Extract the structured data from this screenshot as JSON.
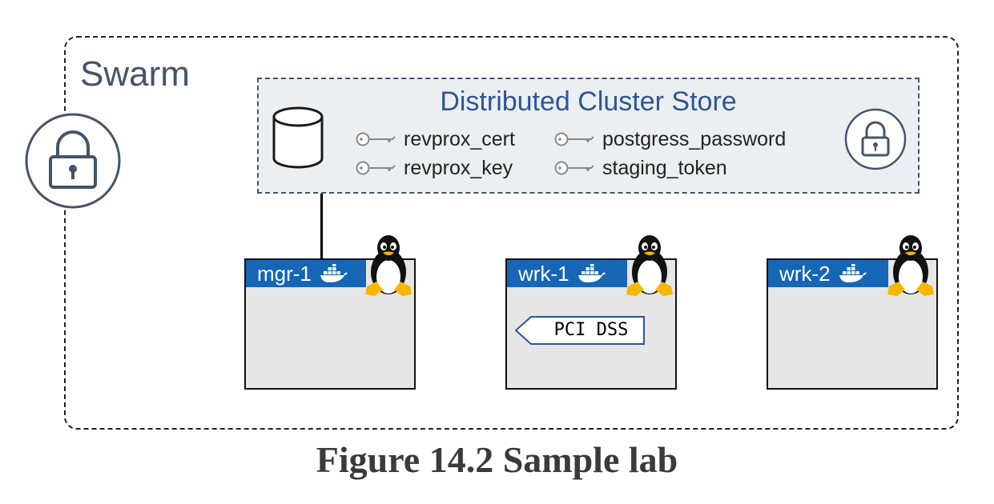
{
  "swarm": {
    "title": "Swarm"
  },
  "cluster_store": {
    "title": "Distributed Cluster Store",
    "secrets": [
      "revprox_cert",
      "revprox_key",
      "postgress_password",
      "staging_token"
    ]
  },
  "nodes": [
    {
      "label": "mgr-1"
    },
    {
      "label": "wrk-1"
    },
    {
      "label": "wrk-2"
    }
  ],
  "tag": {
    "label": "PCI DSS"
  },
  "caption": "Figure 14.2 Sample lab",
  "icons": {
    "lock": "lock-icon",
    "database": "database-icon",
    "key": "key-icon",
    "docker": "docker-whale-icon",
    "linux": "linux-tux-icon"
  },
  "colors": {
    "swarm_text": "#44546a",
    "store_title": "#2e5597",
    "store_fill": "#eceff2",
    "node_header": "#1666b5",
    "node_fill": "#e6e6e6"
  }
}
